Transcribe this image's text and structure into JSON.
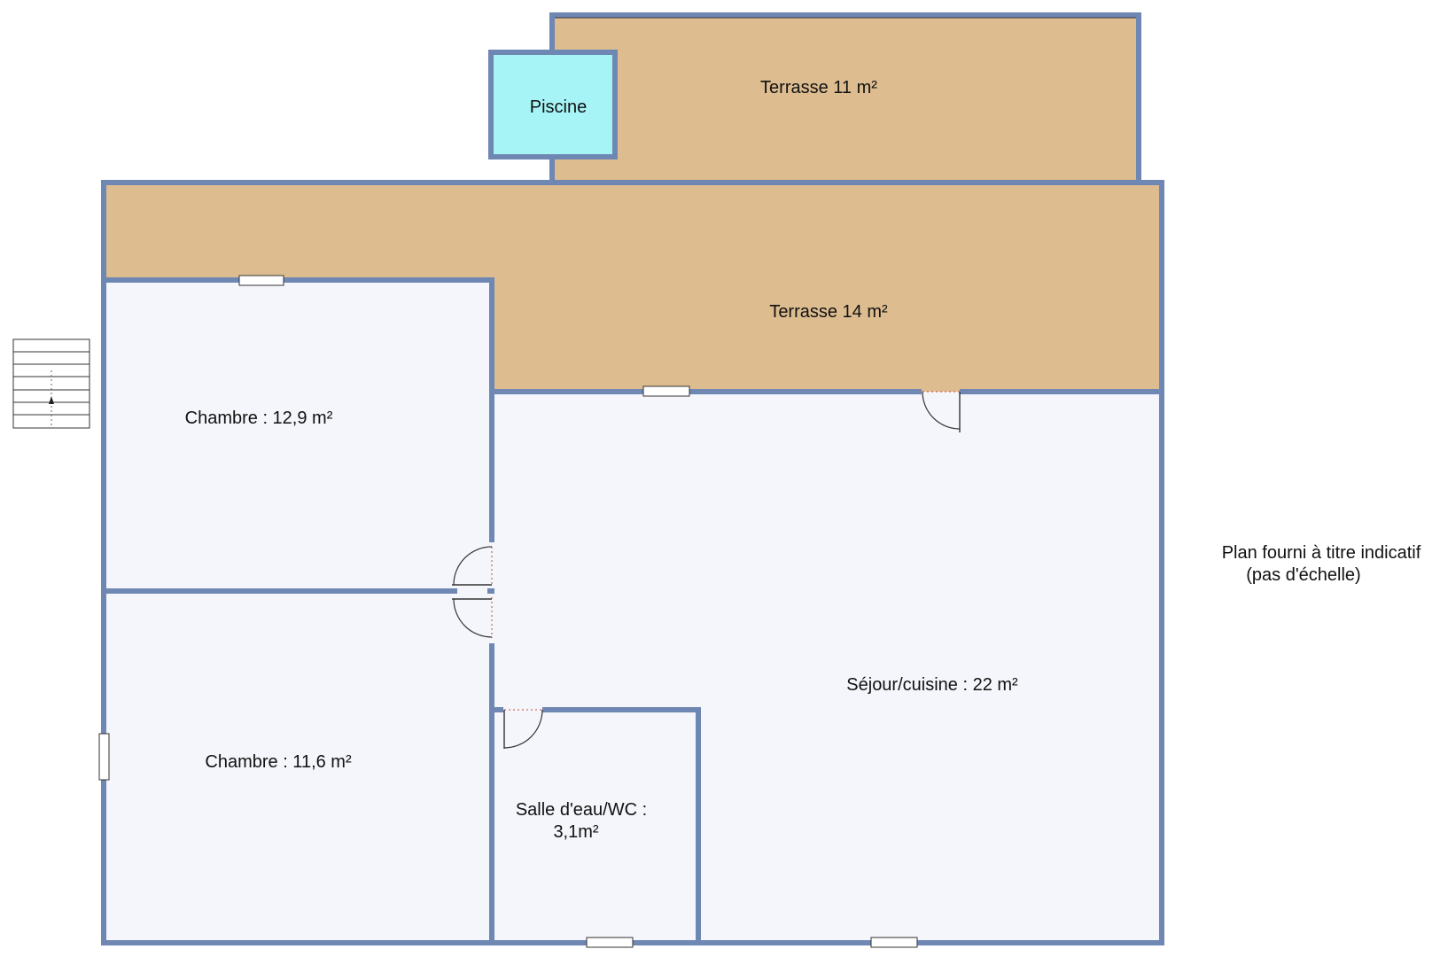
{
  "rooms": {
    "terrasse_top": "Terrasse 11 m²",
    "piscine": "Piscine",
    "terrasse_main": "Terrasse 14 m²",
    "chambre_1": "Chambre : 12,9 m²",
    "chambre_2": "Chambre : 11,6 m²",
    "sejour": "Séjour/cuisine : 22 m²",
    "salle_deau_line1": "Salle d'eau/WC :",
    "salle_deau_line2": "3,1m²"
  },
  "note": {
    "line1": "Plan fourni à titre indicatif",
    "line2": "(pas d'échelle)"
  },
  "colors": {
    "terrace": "#ddbc90",
    "pool": "#a6f4f6",
    "room": "#f5f6fb",
    "wall": "#6f87b3"
  }
}
